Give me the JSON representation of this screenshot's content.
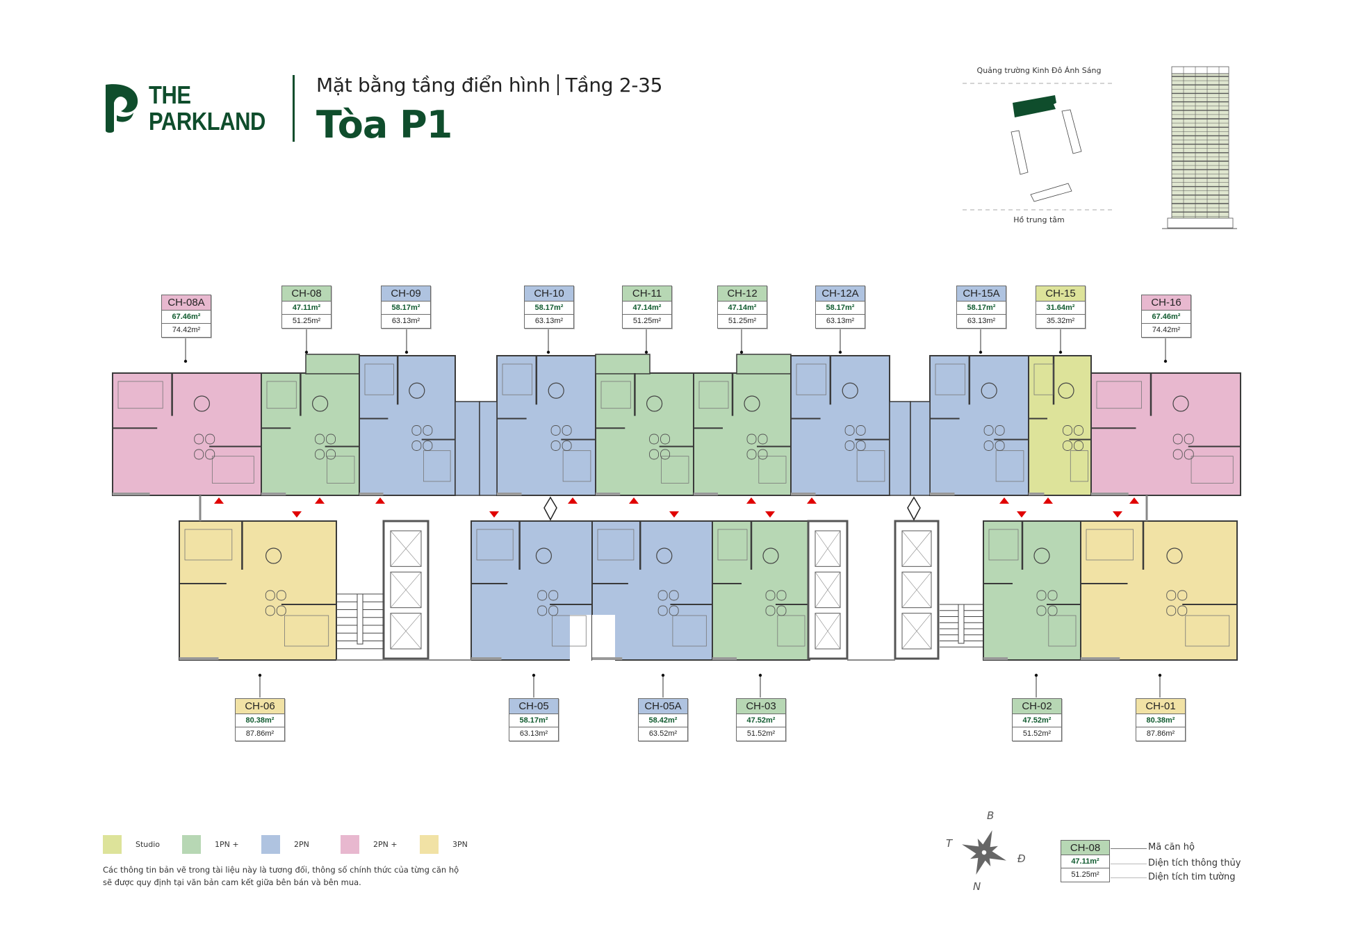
{
  "brand": {
    "line1": "THE",
    "line2": "PARKLAND",
    "color": "#0f4d2c"
  },
  "header": {
    "subtitle_left": "Mặt bằng tầng điển hình",
    "subtitle_right": "Tầng 2-35",
    "title": "Tòa P1"
  },
  "site_plan": {
    "top_label": "Quảng trường Kinh Đô Ánh Sáng",
    "bottom_label": "Hồ trung tâm",
    "highlight_color": "#0f4d2c"
  },
  "colors": {
    "studio": "#dde39a",
    "1pn_plus": "#b7d7b4",
    "2pn": "#afc3e0",
    "2pn_plus": "#e8b8cf",
    "3pn": "#f1e2a5",
    "wall": "#3a3a3a",
    "entrance_marker": "#e00000",
    "net_area_text": "#0f5a2e"
  },
  "units_top": [
    {
      "code": "CH-08A",
      "type": "2pn_plus",
      "net": "67.46m²",
      "gross": "74.42m²"
    },
    {
      "code": "CH-08",
      "type": "1pn_plus",
      "net": "47.11m²",
      "gross": "51.25m²"
    },
    {
      "code": "CH-09",
      "type": "2pn",
      "net": "58.17m²",
      "gross": "63.13m²"
    },
    {
      "code": "CH-10",
      "type": "2pn",
      "net": "58.17m²",
      "gross": "63.13m²"
    },
    {
      "code": "CH-11",
      "type": "1pn_plus",
      "net": "47.14m²",
      "gross": "51.25m²"
    },
    {
      "code": "CH-12",
      "type": "1pn_plus",
      "net": "47.14m²",
      "gross": "51.25m²"
    },
    {
      "code": "CH-12A",
      "type": "2pn",
      "net": "58.17m²",
      "gross": "63.13m²"
    },
    {
      "code": "CH-15A",
      "type": "2pn",
      "net": "58.17m²",
      "gross": "63.13m²"
    },
    {
      "code": "CH-15",
      "type": "studio",
      "net": "31.64m²",
      "gross": "35.32m²"
    },
    {
      "code": "CH-16",
      "type": "2pn_plus",
      "net": "67.46m²",
      "gross": "74.42m²"
    }
  ],
  "units_bottom": [
    {
      "code": "CH-06",
      "type": "3pn",
      "net": "80.38m²",
      "gross": "87.86m²"
    },
    {
      "code": "CH-05",
      "type": "2pn",
      "net": "58.17m²",
      "gross": "63.13m²"
    },
    {
      "code": "CH-05A",
      "type": "2pn",
      "net": "58.42m²",
      "gross": "63.52m²"
    },
    {
      "code": "CH-03",
      "type": "1pn_plus",
      "net": "47.52m²",
      "gross": "51.52m²"
    },
    {
      "code": "CH-02",
      "type": "1pn_plus",
      "net": "47.52m²",
      "gross": "51.52m²"
    },
    {
      "code": "CH-01",
      "type": "3pn",
      "net": "80.38m²",
      "gross": "87.86m²"
    }
  ],
  "legend": [
    {
      "key": "studio",
      "label": "Studio"
    },
    {
      "key": "1pn_plus",
      "label": "1PN +"
    },
    {
      "key": "2pn",
      "label": "2PN"
    },
    {
      "key": "2pn_plus",
      "label": "2PN +"
    },
    {
      "key": "3pn",
      "label": "3PN"
    }
  ],
  "footnote": "Các thông tin bản vẽ trong tài liệu này là tương đối, thông số chính thức của từng căn hộ sẽ được quy định tại văn bản cam kết giữa bên bán và bên mua.",
  "compass": {
    "north": "B",
    "west": "T",
    "east": "Đ",
    "south": "N"
  },
  "key": {
    "code": "CH-08",
    "net": "47.11m²",
    "gross": "51.25m²",
    "code_label": "Mã căn hộ",
    "net_label": "Diện tích thông thủy",
    "gross_label": "Diện tích tim tường"
  }
}
